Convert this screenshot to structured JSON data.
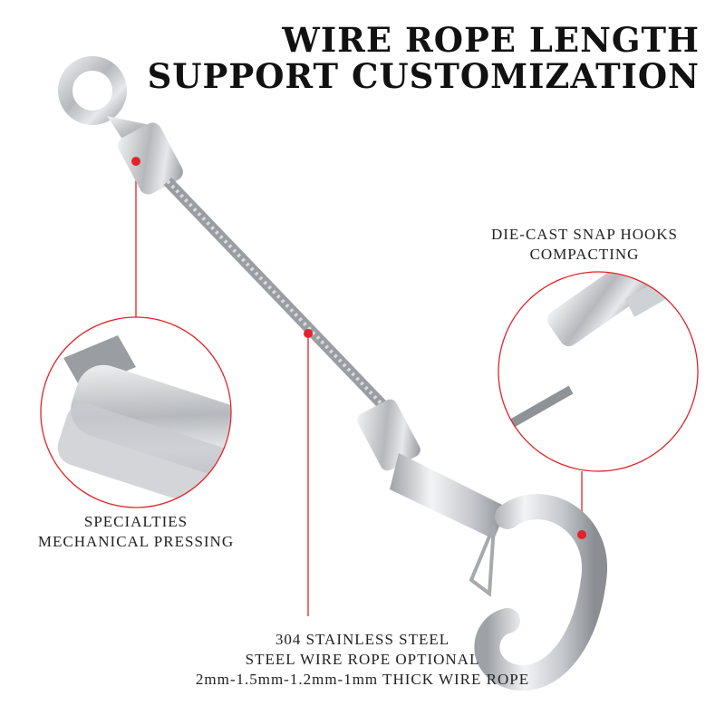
{
  "headline": {
    "line1": "WIRE ROPE LENGTH",
    "line2": "SUPPORT CUSTOMIZATION"
  },
  "callouts": {
    "snap_hook": [
      "DIE-CAST SNAP HOOKS",
      "COMPACTING"
    ],
    "pressing": [
      "SPECIALTIES",
      "MECHANICAL PRESSING"
    ],
    "rope": [
      "304 STAINLESS STEEL",
      "STEEL WIRE ROPE OPTIONAL",
      "2mm-1.5mm-1.2mm-1mm THICK WIRE ROPE"
    ]
  },
  "colors": {
    "accent_red": "#e0242a",
    "steel": "#b9bcc0",
    "text": "#111111"
  }
}
